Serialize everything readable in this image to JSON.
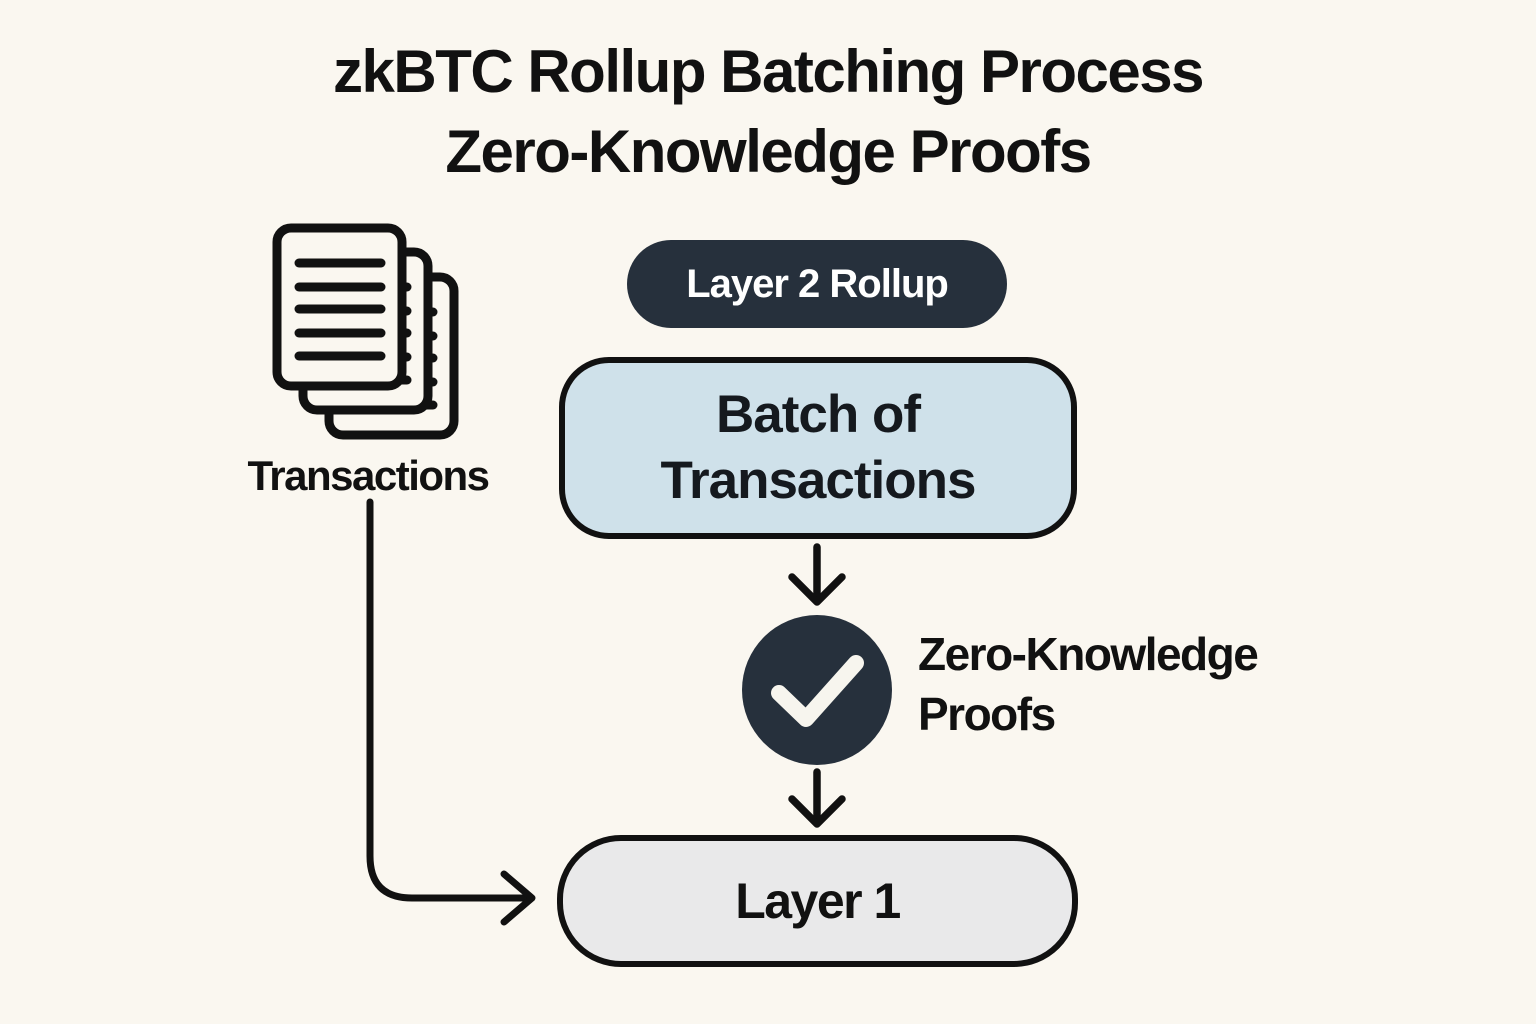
{
  "title": {
    "line1": "zkBTC Rollup Batching Process",
    "line2": "Zero-Knowledge Proofs"
  },
  "nodes": {
    "layer2_pill": "Layer 2 Rollup",
    "batch_line1": "Batch of",
    "batch_line2": "Transactions",
    "layer1": "Layer 1"
  },
  "labels": {
    "transactions": "Transactions",
    "zk_line1": "Zero-Knowledge",
    "zk_line2": "Proofs"
  },
  "icons": {
    "documents": "documents-stack-icon",
    "checkmark": "checkmark-circle-icon",
    "arrows": [
      "batch-to-proof-arrow",
      "proof-to-layer1-arrow",
      "transactions-to-layer1-arrow"
    ]
  },
  "colors": {
    "background": "#faf7f0",
    "dark_navy": "#26303c",
    "light_blue": "#cfe1ea",
    "light_gray": "#e9e9ea",
    "ink": "#111111",
    "check_white": "#f7f5ee"
  }
}
